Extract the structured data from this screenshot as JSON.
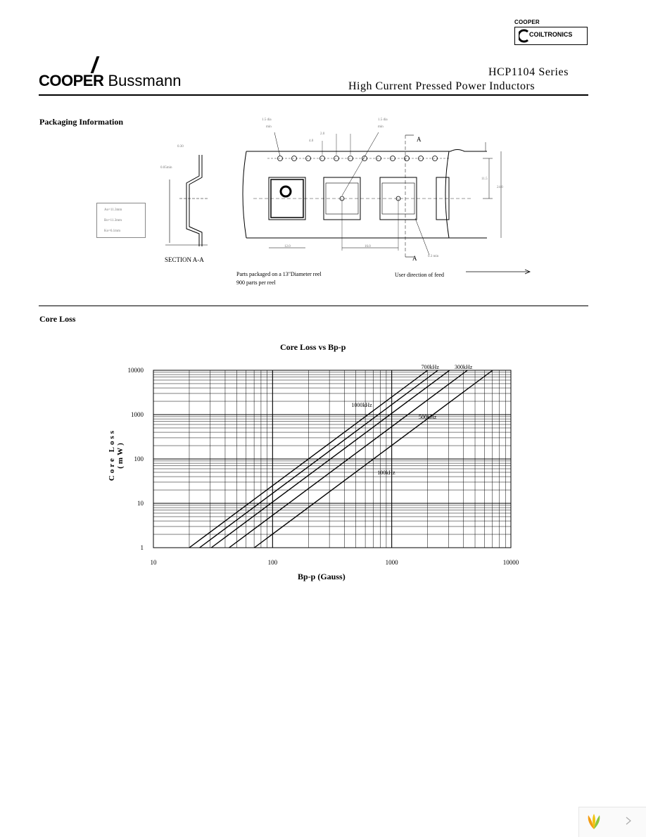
{
  "header": {
    "coil_brand_small": "COOPER",
    "coil_brand": "COILTRONICS",
    "brand_cooper": "COOPER",
    "brand_bussmann": "Bussmann",
    "series": "HCP1104 Series",
    "subtitle": "High Current Pressed Power Inductors"
  },
  "packaging": {
    "title": "Packaging Information",
    "section_label": "SECTION A-A",
    "note_line1": "Parts packaged on a 13\"Diameter reel",
    "note_line2": "900 parts per reel",
    "feed_label": "User direction of feed",
    "section_marker": "A",
    "dims": [
      "1.5 dia",
      "min",
      "1.5 dia",
      "min",
      "0.30",
      "0.05min",
      "2.0",
      "4.0",
      "16.0",
      "24.0",
      "12.0",
      "11.5",
      "0.3 min",
      "Ao=11.3mm",
      "Bo=11.3mm",
      "Ko=6.1mm"
    ]
  },
  "core_loss": {
    "title": "Core Loss"
  },
  "chart_data": {
    "type": "line",
    "title": "Core Loss vs Bp-p",
    "xlabel": "Bp-p (Gauss)",
    "ylabel": "Core Loss (mW)",
    "x_scale": "log",
    "y_scale": "log",
    "xlim": [
      10,
      10000
    ],
    "ylim": [
      1,
      10000
    ],
    "x_ticks": [
      "10",
      "100",
      "1000",
      "10000"
    ],
    "y_ticks": [
      "1",
      "10",
      "100",
      "1000",
      "10000"
    ],
    "grid": true,
    "series": [
      {
        "name": "1000kHz",
        "x": [
          20,
          2000
        ],
        "y": [
          1,
          10000
        ]
      },
      {
        "name": "700kHz",
        "x": [
          24.4,
          2440
        ],
        "y": [
          1,
          10000
        ]
      },
      {
        "name": "500kHz",
        "x": [
          30.6,
          3060
        ],
        "y": [
          1,
          10000
        ]
      },
      {
        "name": "300kHz",
        "x": [
          43.2,
          4320
        ],
        "y": [
          1,
          10000
        ]
      },
      {
        "name": "100kHz",
        "x": [
          70.3,
          7030
        ],
        "y": [
          1,
          10000
        ]
      }
    ],
    "label_positions_note": ""
  }
}
